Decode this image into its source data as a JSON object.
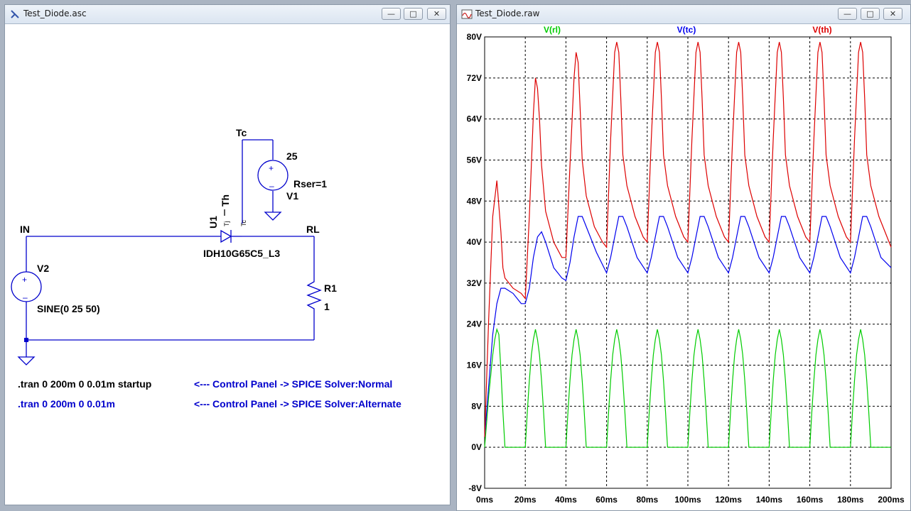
{
  "schematic_window": {
    "title": "Test_Diode.asc",
    "buttons": {
      "minimize": "—",
      "restore": "□",
      "close": "✕"
    },
    "net_labels": {
      "in": "IN",
      "rl": "RL",
      "tc": "Tc"
    },
    "components": {
      "v1": {
        "name": "V1",
        "value": "25",
        "param": "Rser=1"
      },
      "v2": {
        "name": "V2",
        "value": "SINE(0 25 50)"
      },
      "r1": {
        "name": "R1",
        "value": "1"
      },
      "u1": {
        "name": "U1",
        "pin_th": "Th",
        "pin_tj_small": "Tj",
        "pin_tc_small": "Tc",
        "model": "IDH10G65C5_L3"
      }
    },
    "directives": [
      {
        "text": ".tran 0 200m 0 0.01m startup",
        "comment": "<---  Control Panel -> SPICE Solver:Normal"
      },
      {
        "text": ".tran 0 200m 0 0.01m",
        "comment": "<---  Control Panel -> SPICE Solver:Alternate"
      }
    ]
  },
  "waveform_window": {
    "title": "Test_Diode.raw",
    "buttons": {
      "minimize": "—",
      "restore": "□",
      "close": "✕"
    }
  },
  "chart_data": {
    "type": "line",
    "title": "",
    "xlabel": "",
    "ylabel": "",
    "xlim": [
      0,
      200
    ],
    "ylim": [
      -8,
      80
    ],
    "x_ticks": [
      "0ms",
      "20ms",
      "40ms",
      "60ms",
      "80ms",
      "100ms",
      "120ms",
      "140ms",
      "160ms",
      "180ms",
      "200ms"
    ],
    "y_ticks": [
      "-8V",
      "0V",
      "8V",
      "16V",
      "24V",
      "32V",
      "40V",
      "48V",
      "56V",
      "64V",
      "72V",
      "80V"
    ],
    "grid": true,
    "legend_position": "top",
    "series": [
      {
        "name": "V(rl)",
        "color": "#00cc00",
        "x": [
          0,
          1,
          2,
          3,
          4,
          5,
          6,
          7,
          8,
          9,
          10,
          20,
          21,
          22,
          23,
          24,
          25,
          26,
          27,
          28,
          29,
          30,
          40,
          41,
          42,
          43,
          44,
          45,
          46,
          47,
          48,
          49,
          50,
          60,
          61,
          62,
          63,
          64,
          65,
          66,
          67,
          68,
          69,
          70,
          80,
          81,
          82,
          83,
          84,
          85,
          86,
          87,
          88,
          89,
          90,
          100,
          101,
          102,
          103,
          104,
          105,
          106,
          107,
          108,
          109,
          110,
          120,
          121,
          122,
          123,
          124,
          125,
          126,
          127,
          128,
          129,
          130,
          140,
          141,
          142,
          143,
          144,
          145,
          146,
          147,
          148,
          149,
          150,
          160,
          161,
          162,
          163,
          164,
          165,
          166,
          167,
          168,
          169,
          170,
          180,
          181,
          182,
          183,
          184,
          185,
          186,
          187,
          188,
          189,
          190,
          200
        ],
        "y": [
          0,
          5,
          10,
          14,
          18,
          21,
          23,
          22,
          15,
          7,
          0,
          0,
          7,
          13,
          18,
          21,
          23,
          21,
          18,
          13,
          7,
          0,
          0,
          7,
          13,
          18,
          21,
          23,
          21,
          18,
          13,
          7,
          0,
          0,
          7,
          13,
          18,
          21,
          23,
          21,
          18,
          13,
          7,
          0,
          0,
          7,
          13,
          18,
          21,
          23,
          21,
          18,
          13,
          7,
          0,
          0,
          7,
          13,
          18,
          21,
          23,
          21,
          18,
          13,
          7,
          0,
          0,
          7,
          13,
          18,
          21,
          23,
          21,
          18,
          13,
          7,
          0,
          0,
          7,
          13,
          18,
          21,
          23,
          21,
          18,
          13,
          7,
          0,
          0,
          7,
          13,
          18,
          21,
          23,
          21,
          18,
          13,
          7,
          0,
          0,
          7,
          13,
          18,
          21,
          23,
          21,
          18,
          13,
          7,
          0,
          0
        ]
      },
      {
        "name": "V(tc)",
        "color": "#0000ee",
        "x": [
          0,
          2,
          4,
          6,
          8,
          10,
          14,
          18,
          20,
          22,
          24,
          26,
          28,
          30,
          34,
          38,
          40,
          42,
          44,
          46,
          48,
          50,
          55,
          60,
          62,
          64,
          66,
          68,
          70,
          75,
          80,
          82,
          84,
          86,
          88,
          90,
          95,
          100,
          102,
          104,
          106,
          108,
          110,
          115,
          120,
          122,
          124,
          126,
          128,
          130,
          135,
          140,
          142,
          144,
          146,
          148,
          150,
          155,
          160,
          162,
          164,
          166,
          168,
          170,
          175,
          180,
          182,
          184,
          186,
          188,
          190,
          195,
          200
        ],
        "y": [
          2,
          12,
          22,
          28,
          31,
          31,
          30,
          28,
          28,
          31,
          37,
          41,
          42,
          40,
          35,
          33,
          32.5,
          36,
          41,
          45,
          45,
          43,
          38,
          34,
          37,
          41,
          45,
          45,
          43,
          37,
          34,
          37,
          41,
          45,
          45,
          43,
          37,
          34,
          37,
          41,
          45,
          45,
          43,
          37,
          34,
          37,
          41,
          45,
          45,
          43,
          37,
          34,
          37,
          41,
          45,
          45,
          43,
          37,
          34,
          37,
          41,
          45,
          45,
          43,
          37,
          34,
          37,
          41,
          45,
          45,
          43,
          37,
          35
        ]
      },
      {
        "name": "V(th)",
        "color": "#dd0000",
        "x": [
          0,
          2,
          4,
          6,
          8,
          9,
          10,
          14,
          18,
          20,
          22,
          24,
          25,
          26,
          27,
          28,
          30,
          34,
          38,
          40,
          42,
          44,
          45,
          46,
          47,
          48,
          50,
          54,
          58,
          60,
          62,
          64,
          65,
          66,
          67,
          68,
          70,
          74,
          78,
          80,
          82,
          84,
          85,
          86,
          87,
          88,
          90,
          94,
          98,
          100,
          102,
          104,
          105,
          106,
          107,
          108,
          110,
          114,
          118,
          120,
          122,
          124,
          125,
          126,
          127,
          128,
          130,
          134,
          138,
          140,
          142,
          144,
          145,
          146,
          147,
          148,
          150,
          154,
          158,
          160,
          162,
          164,
          165,
          166,
          167,
          168,
          170,
          174,
          178,
          180,
          182,
          184,
          185,
          186,
          187,
          188,
          190,
          194,
          198,
          200
        ],
        "y": [
          2,
          25,
          45,
          52,
          42,
          35,
          33,
          31,
          30,
          29,
          45,
          65,
          72,
          70,
          64,
          55,
          46,
          40,
          37,
          37,
          55,
          72,
          77,
          75,
          66,
          56,
          49,
          43,
          40,
          39,
          60,
          77,
          79,
          77,
          68,
          57,
          51,
          45,
          41,
          40,
          60,
          77,
          79,
          77,
          68,
          57,
          51,
          45,
          41,
          40,
          60,
          77,
          79,
          77,
          68,
          57,
          51,
          45,
          41,
          40,
          60,
          77,
          79,
          77,
          68,
          57,
          51,
          45,
          41,
          40,
          60,
          77,
          79,
          77,
          68,
          57,
          51,
          45,
          41,
          40,
          60,
          77,
          79,
          77,
          68,
          57,
          51,
          45,
          41,
          40,
          60,
          77,
          79,
          77,
          68,
          57,
          51,
          45,
          41,
          39
        ]
      }
    ]
  }
}
